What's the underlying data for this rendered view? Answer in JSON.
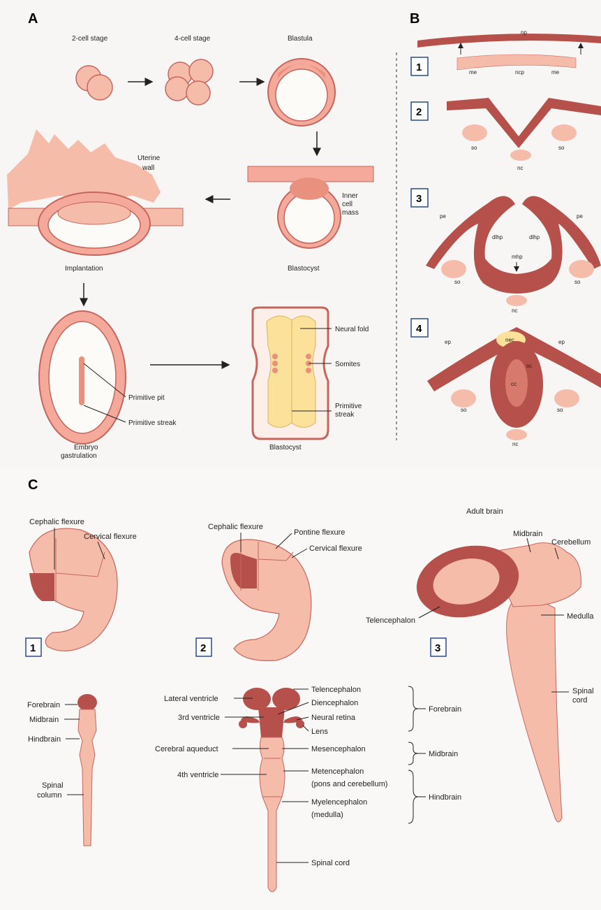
{
  "colors": {
    "dark": "#b5504a",
    "light": "#f6bcaa",
    "yolk": "#fbe19a",
    "outline": "#c6655c",
    "box": "#2a4a8a"
  },
  "panels": {
    "a": "A",
    "b": "B",
    "c": "C"
  },
  "panel_a": {
    "two_cell": "2-cell stage",
    "four_cell": "4-cell stage",
    "blastula": "Blastula",
    "uterine_wall_1": "Uterine",
    "uterine_wall_2": "wall",
    "inner_cell_1": "Inner",
    "inner_cell_2": "cell",
    "inner_cell_3": "mass",
    "implantation": "Implantation",
    "blastocyst_top": "Blastocyst",
    "neural_fold": "Neural fold",
    "somites": "Somites",
    "primitive_streak_b1": "Primitive",
    "primitive_streak_b2": "streak",
    "primitive_pit": "Primitive pit",
    "primitive_streak": "Primitive streak",
    "embryo_1": "Embryo",
    "embryo_2": "gastrulation",
    "blastocyst_bottom": "Blastocyst"
  },
  "panel_b": {
    "steps": [
      "1",
      "2",
      "3",
      "4"
    ],
    "np": "np",
    "me": "me",
    "ncp": "ncp",
    "so": "so",
    "nc": "nc",
    "pe": "pe",
    "dlhp": "dlhp",
    "mhp": "mhp",
    "ep": "ep",
    "nec": "nec",
    "cc": "cc",
    "sc": "sc"
  },
  "panel_c": {
    "steps": [
      "1",
      "2",
      "3"
    ],
    "cephalic_flexure": "Cephalic flexure",
    "cervical_flexure": "Cervical flexure",
    "pontine_flexure": "Pontine flexure",
    "adult_brain": "Adult brain",
    "midbrain": "Midbrain",
    "cerebellum": "Cerebellum",
    "medulla": "Medulla",
    "telencephalon": "Telencephalon",
    "spinal_cord_1": "Spinal",
    "spinal_cord_2": "cord",
    "forebrain": "Forebrain",
    "hindbrain": "Hindbrain",
    "spinal_column_1": "Spinal",
    "spinal_column_2": "column",
    "lateral_ventricle": "Lateral ventricle",
    "third_ventricle": "3rd ventricle",
    "cerebral_aqueduct": "Cerebral aqueduct",
    "fourth_ventricle": "4th ventricle",
    "telencephalon_r": "Telencephalon",
    "diencephalon": "Diencephalon",
    "neural_retina": "Neural retina",
    "lens": "Lens",
    "mesencephalon": "Mesencephalon",
    "metencephalon_1": "Metencephalon",
    "metencephalon_2": "(pons and cerebellum)",
    "myelencephalon_1": "Myelencephalon",
    "myelencephalon_2": "(medulla)",
    "spinal_cord": "Spinal cord",
    "group_forebrain": "Forebrain",
    "group_midbrain": "Midbrain",
    "group_hindbrain": "Hindbrain"
  }
}
